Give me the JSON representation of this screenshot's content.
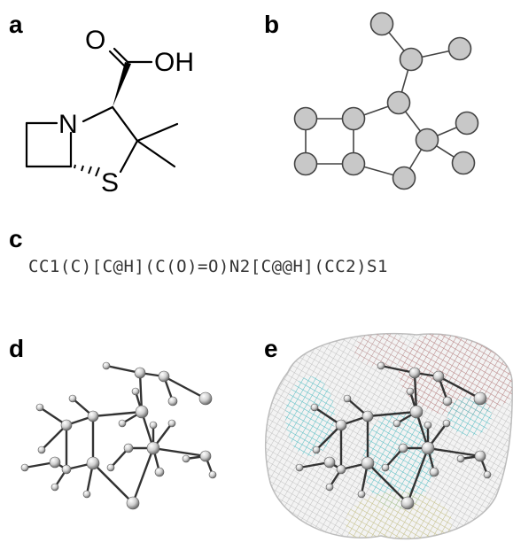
{
  "panels": {
    "a": {
      "label": "a"
    },
    "b": {
      "label": "b"
    },
    "c": {
      "label": "c"
    },
    "d": {
      "label": "d"
    },
    "e": {
      "label": "e"
    }
  },
  "structure": {
    "atoms": {
      "oxygen": "O",
      "hydroxyl": "OH",
      "nitrogen": "N",
      "sulfur": "S"
    }
  },
  "smiles": "CC1(C)[C@H](C(O)=O)N2[C@@H](CC2)S1",
  "colors": {
    "node_fill": "#c8c8c8",
    "node_stroke": "#444444",
    "mesh_gray": "#bdbdbd",
    "mesh_cyan": "#6fd0d4",
    "mesh_red": "#c98888",
    "mesh_yellow": "#d8d49a",
    "ball": "#d9d9d9"
  }
}
